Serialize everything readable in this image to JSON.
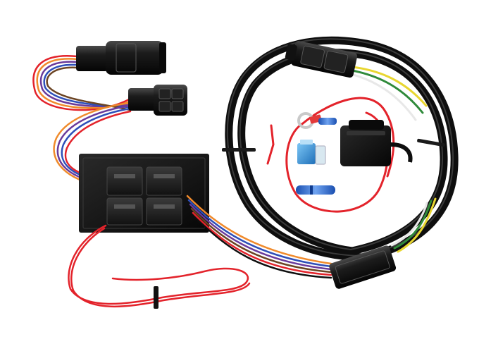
{
  "image": {
    "background": "#ffffff",
    "subject": "trailer-wiring-harness",
    "colors": {
      "cable_black": "#0e0e0e",
      "cable_highlight": "#3a3a3a",
      "wire_red": "#e3232b",
      "wire_orange": "#f08a2b",
      "wire_purple": "#6a3a9a",
      "wire_blue": "#2e4fb8",
      "wire_brown": "#6b4423",
      "wire_green": "#2f8a3a",
      "wire_yellow": "#e8d630",
      "wire_white": "#e8e8e8",
      "fuse_blue": "#2f8fd8",
      "butt_connector_blue": "#2a67d6",
      "relay_body": "#141414"
    },
    "components": [
      "connector-4-pin-male",
      "connector-4-pin-female",
      "relay-module",
      "relay-1",
      "relay-2",
      "relay-3",
      "relay-4",
      "main-cable-coil",
      "trailer-4-way-plug",
      "inline-fuse-holder",
      "blade-fuse",
      "ring-terminal",
      "butt-connector-small",
      "butt-connector-large",
      "power-wire-red",
      "splice-connector"
    ]
  }
}
